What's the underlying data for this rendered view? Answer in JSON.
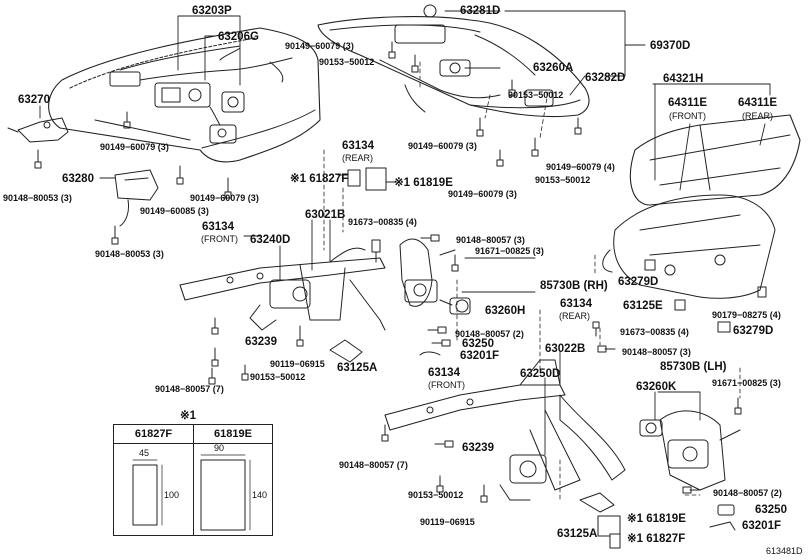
{
  "diagram_id": "613481D",
  "ref_box": {
    "mark": "※1",
    "col1": "61827F",
    "col2": "61819E",
    "col1_w": "45",
    "col1_h": "100",
    "col2_w": "90",
    "col2_h": "140"
  },
  "labels": {
    "p63203P": "63203P",
    "p63206G": "63206G",
    "p63270": "63270",
    "p63280": "63280",
    "p90149_60079_a": "90149−60079 (3)",
    "p90148_80053_a": "90148−80053 (3)",
    "p90148_80053_b": "90148−80053 (3)",
    "p90149_60085": "90149−60085 (3)",
    "p90149_60079_b": "90149−60079 (3)",
    "p63281D": "63281D",
    "p90149_60079_c": "90149−60079 (3)",
    "p90153_50012_a": "90153−50012",
    "p63260A": "63260A",
    "p69370D": "69370D",
    "p63282D": "63282D",
    "p90149_60079_d": "90149−60079 (3)",
    "p90149_60079_e": "90149−60079 (4)",
    "p90153_50012_b": "90153−50012",
    "p90149_60079_f": "90149−60079 (3)",
    "p63134_rear_a": "63134",
    "p63134_rear_a_note": "(REAR)",
    "p61827F_top": "※1 61827F",
    "p61819E_top": "※1 61819E",
    "p63021B": "63021B",
    "p63134_front_a": "63134",
    "p63134_front_a_note": "(FRONT)",
    "p63240D": "63240D",
    "p91673_00835_a": "91673−00835 (4)",
    "p90148_80057_a": "90148−80057 (3)",
    "p91671_00825_a": "91671−00825 (3)",
    "p85730B_RH": "85730B (RH)",
    "p63134_rear_b": "63134",
    "p63134_rear_b_note": "(REAR)",
    "p63260H": "63260H",
    "p90148_80057_b": "90148−80057 (2)",
    "p63250_a": "63250",
    "p63201F_a": "63201F",
    "p63239_a": "63239",
    "p90119_06915_a": "90119−06915",
    "p90153_50012_c": "90153−50012",
    "p63125A_a": "63125A",
    "p90148_80057_c": "90148−80057 (7)",
    "p63134_front_b": "63134",
    "p63134_front_b_note": "(FRONT)",
    "p63250D": "63250D",
    "p63022B": "63022B",
    "p91673_00835_b": "91673−00835 (4)",
    "p90148_80057_d": "90148−80057 (3)",
    "p85730B_LH": "85730B (LH)",
    "p63260K": "63260K",
    "p91671_00825_b": "91671−00825 (3)",
    "p64321H": "64321H",
    "p64311E_front": "64311E",
    "p64311E_front_note": "(FRONT)",
    "p64311E_rear": "64311E",
    "p64311E_rear_note": "(REAR)",
    "p63279D_a": "63279D",
    "p63125E": "63125E",
    "p90179_08275": "90179−08275 (4)",
    "p63279D_b": "63279D",
    "p90148_80057_e": "90148−80057 (7)",
    "p63239_b": "63239",
    "p90153_50012_d": "90153−50012",
    "p90119_06915_b": "90119−06915",
    "p63125A_b": "63125A",
    "p61819E_bot": "※1 61819E",
    "p61827F_bot": "※1 61827F",
    "p90148_80057_f": "90148−80057 (2)",
    "p63250_b": "63250",
    "p63201F_b": "63201F"
  }
}
